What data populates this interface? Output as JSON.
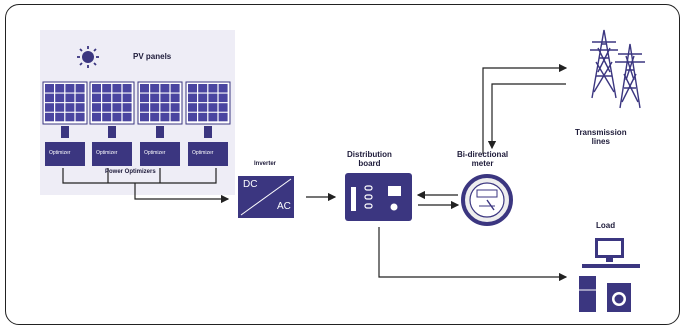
{
  "labels": {
    "pv_panels": "PV panels",
    "optimizer": "Optimizer",
    "power_optimizers": "Power Optimizers",
    "inverter": "Inverter",
    "dc": "DC",
    "ac": "AC",
    "distribution_board": "Distribution\nboard",
    "bi_directional_meter": "Bi-directional\nmeter",
    "transmission_lines": "Transmission\nlines",
    "load": "Load"
  },
  "colors": {
    "accent": "#3b3680",
    "panel_cell": "#4a45a0",
    "panel_bg": "#e9e7f4",
    "sun": "#3b3680",
    "line": "#222222"
  },
  "icons": [
    "sun-icon",
    "solar-panel-icon",
    "optimizer-icon",
    "inverter-icon",
    "distribution-board-icon",
    "meter-icon",
    "transmission-tower-icon",
    "monitor-icon",
    "refrigerator-icon",
    "washing-machine-icon"
  ]
}
